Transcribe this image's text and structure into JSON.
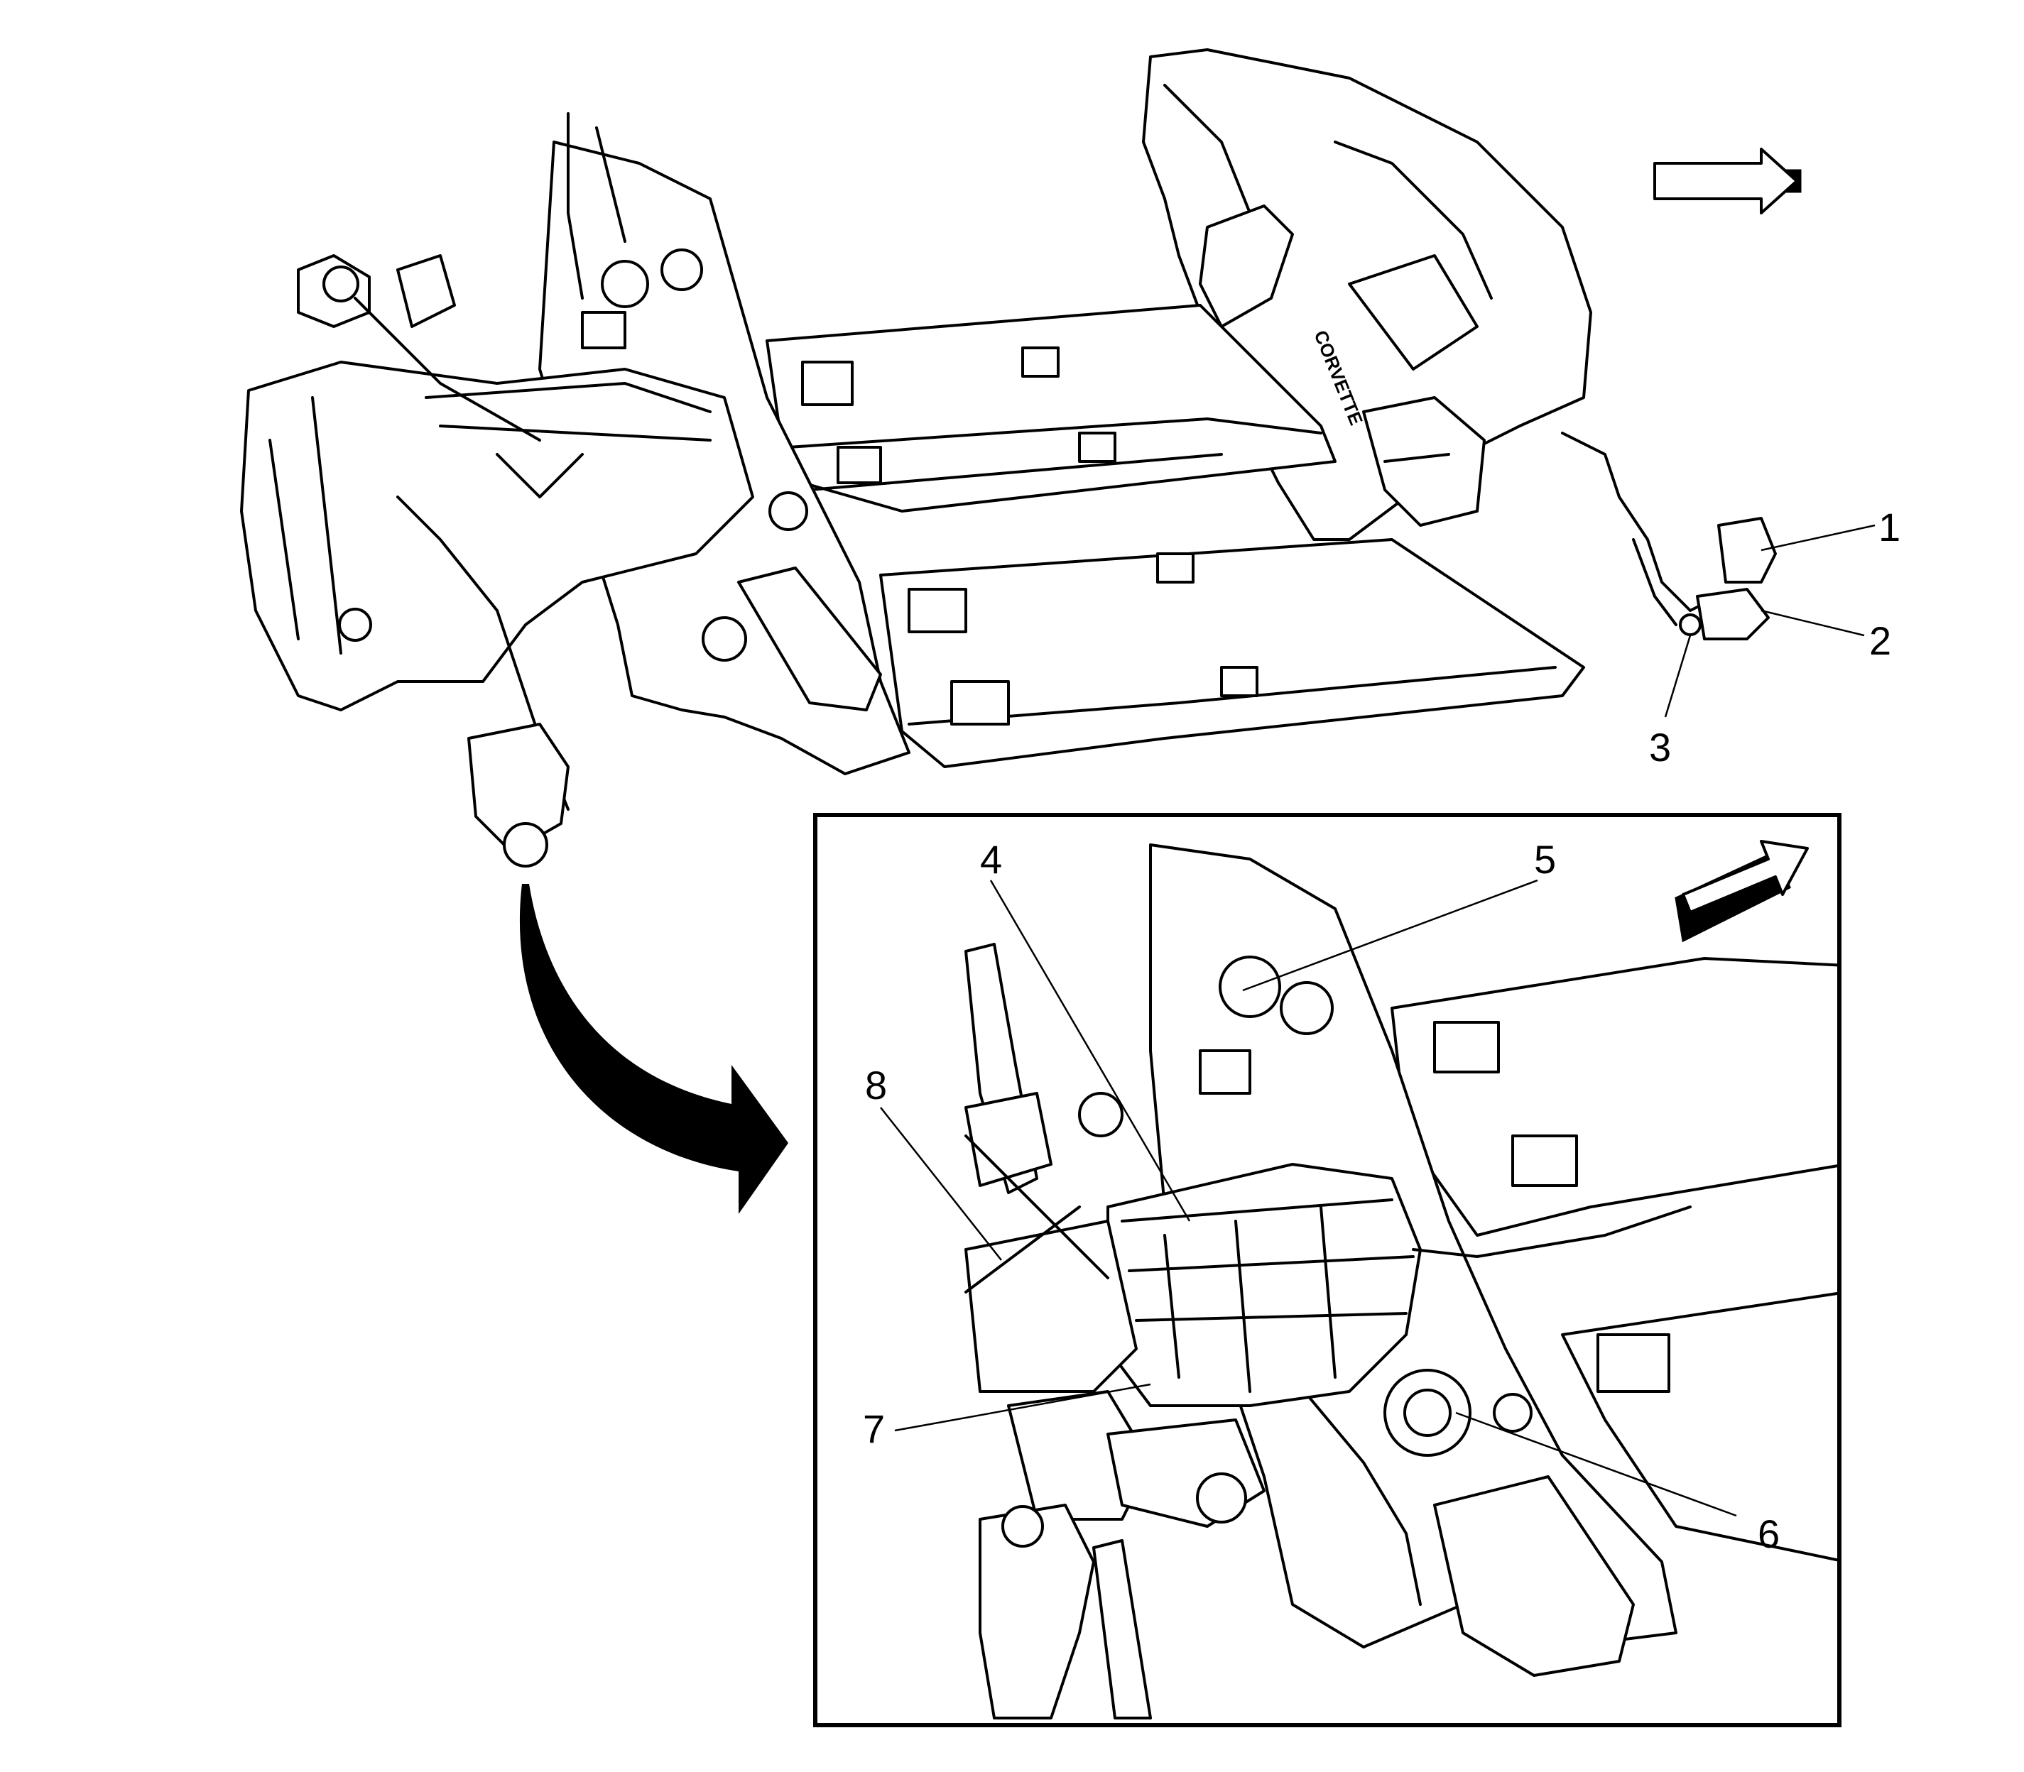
{
  "callouts": [
    {
      "id": "1",
      "label": "1"
    },
    {
      "id": "2",
      "label": "2"
    },
    {
      "id": "3",
      "label": "3"
    },
    {
      "id": "4",
      "label": "4"
    },
    {
      "id": "5",
      "label": "5"
    },
    {
      "id": "6",
      "label": "6"
    },
    {
      "id": "7",
      "label": "7"
    },
    {
      "id": "8",
      "label": "8"
    }
  ],
  "body_badge": "CORVETTE",
  "icons": {
    "direction_arrow_main": "front-direction-arrow-icon",
    "direction_arrow_detail": "front-direction-arrow-icon",
    "zoom_arrow": "curved-arrow-icon"
  },
  "colors": {
    "ink": "#000000",
    "paper": "#ffffff",
    "shade": "#e6e6e6"
  }
}
